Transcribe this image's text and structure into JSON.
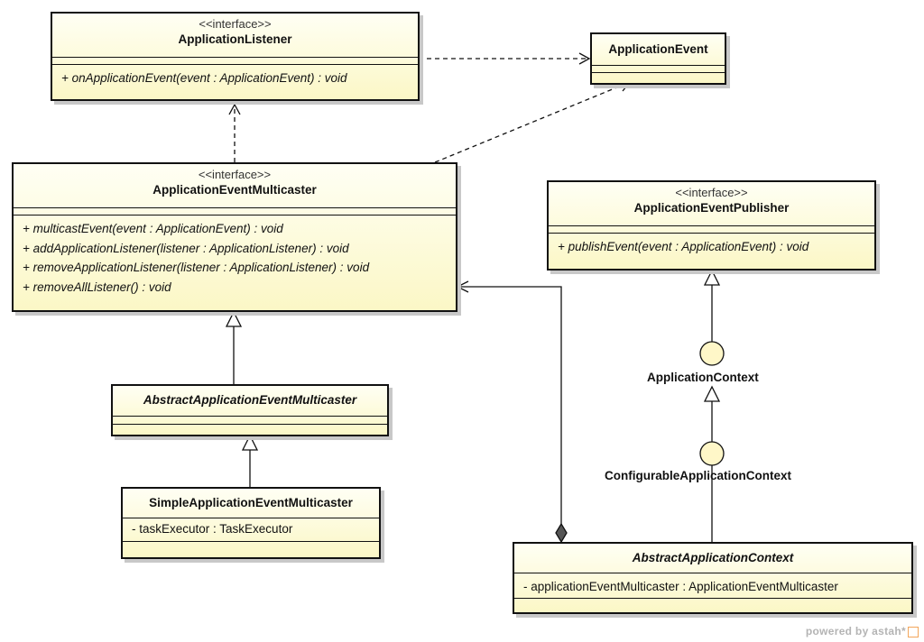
{
  "classes": {
    "application_listener": {
      "stereotype": "<<interface>>",
      "name": "ApplicationListener",
      "operations": [
        "+ onApplicationEvent(event : ApplicationEvent) : void"
      ]
    },
    "application_event": {
      "name": "ApplicationEvent"
    },
    "application_event_multicaster": {
      "stereotype": "<<interface>>",
      "name": "ApplicationEventMulticaster",
      "operations": [
        "+ multicastEvent(event : ApplicationEvent) : void",
        "+ addApplicationListener(listener : ApplicationListener) : void",
        "+ removeApplicationListener(listener : ApplicationListener) : void",
        "+ removeAllListener() : void"
      ]
    },
    "application_event_publisher": {
      "stereotype": "<<interface>>",
      "name": "ApplicationEventPublisher",
      "operations": [
        "+ publishEvent(event : ApplicationEvent) : void"
      ]
    },
    "abstract_application_event_multicaster": {
      "name": "AbstractApplicationEventMulticaster"
    },
    "simple_application_event_multicaster": {
      "name": "SimpleApplicationEventMulticaster",
      "attributes": [
        "- taskExecutor : TaskExecutor"
      ]
    },
    "abstract_application_context": {
      "name": "AbstractApplicationContext",
      "attributes": [
        "- applicationEventMulticaster : ApplicationEventMulticaster"
      ]
    }
  },
  "interfaces": {
    "application_context": "ApplicationContext",
    "configurable_application_context": "ConfigurableApplicationContext"
  },
  "watermark": "powered by astah*",
  "colors": {
    "class_fill_top": "#fffff4",
    "class_fill_bottom": "#fbf7c6",
    "line": "#111111",
    "shadow": "#c8c8c8"
  }
}
